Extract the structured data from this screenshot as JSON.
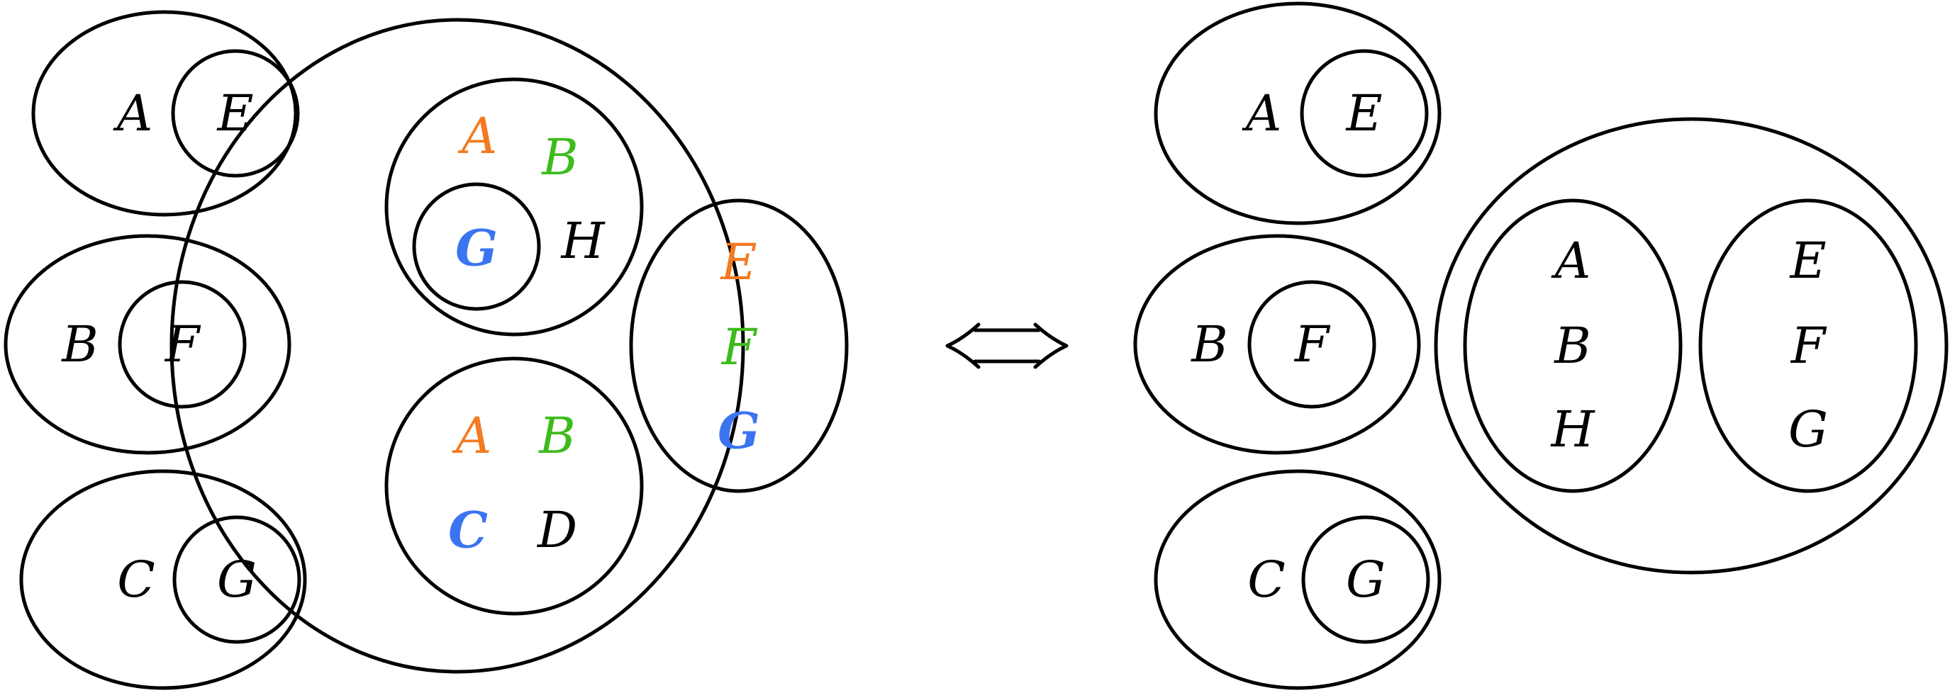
{
  "colors": {
    "stroke": "#000000",
    "black": "#000000",
    "orange": "#f47a20",
    "green": "#3dbb1b",
    "blue": "#3b74f0"
  },
  "left": {
    "groups": [
      {
        "outer": "A",
        "inner": "E"
      },
      {
        "outer": "B",
        "inner": "F"
      },
      {
        "outer": "C",
        "inner": "G"
      }
    ],
    "big": {
      "top_cluster": {
        "a": "A",
        "b": "B",
        "g": "G",
        "h": "H"
      },
      "bottom_cluster": {
        "a": "A",
        "b": "B",
        "c": "C",
        "d": "D"
      },
      "right_cluster": {
        "e": "E",
        "f": "F",
        "g": "G"
      }
    }
  },
  "right": {
    "groups": [
      {
        "outer": "A",
        "inner": "E"
      },
      {
        "outer": "B",
        "inner": "F"
      },
      {
        "outer": "C",
        "inner": "G"
      }
    ],
    "big": {
      "left_set": [
        "A",
        "B",
        "H"
      ],
      "right_set": [
        "E",
        "F",
        "G"
      ]
    }
  },
  "equivalence_icon": "double-left-right-arrow-icon"
}
